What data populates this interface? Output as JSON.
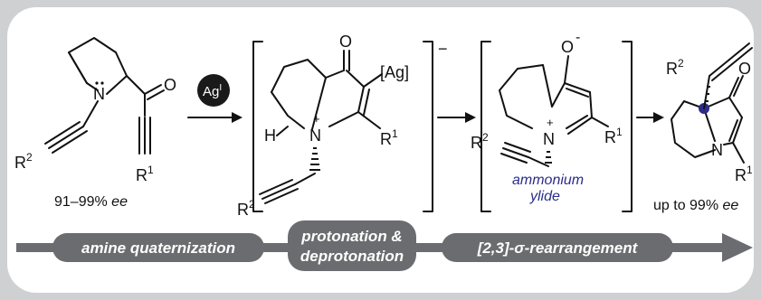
{
  "labels": {
    "ag_catalyst": "Ag",
    "ag_catalyst_sup": "I",
    "ag_ligand": "[Ag]",
    "ag_charge": "−",
    "oxygen": "O",
    "nitrogen": "N",
    "hydrogen": "H",
    "r1": "R",
    "r1_sup": "1",
    "r2": "R",
    "r2_sup": "2",
    "plus": "+",
    "oxide_charge": "-"
  },
  "captions": {
    "start_ee": "91–99% ee",
    "intermediate_line1": "ammonium",
    "intermediate_line2": "ylide",
    "product_ee": "up to 99% ee"
  },
  "stages": [
    {
      "line1": "amine quaternization",
      "line2": ""
    },
    {
      "line1": "protonation &",
      "line2": "deprotonation"
    },
    {
      "line1": "[2,3]-σ-rearrangement",
      "line2": ""
    }
  ],
  "colors": {
    "background": "#cfd0d2",
    "panel": "#ffffff",
    "stage_bar": "#6b6c6f",
    "ylide_text": "#2b2d87",
    "stereocenter_dot": "#2b2d87"
  }
}
